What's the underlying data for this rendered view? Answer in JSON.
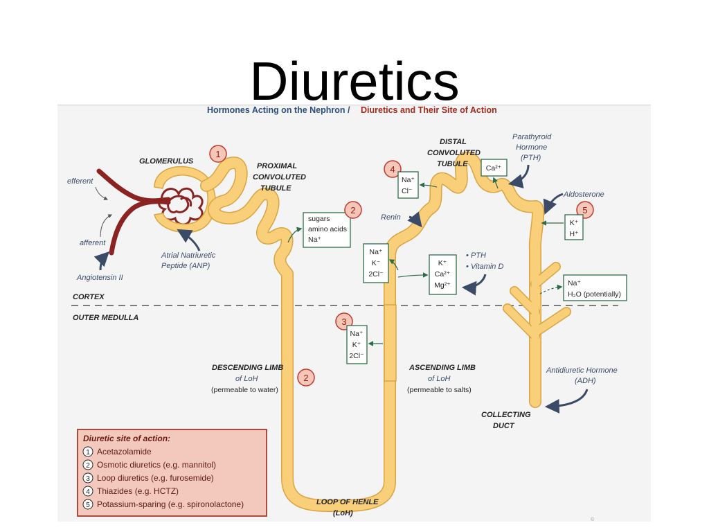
{
  "slide": {
    "title": "Diuretics"
  },
  "figure": {
    "header_part1": "Hormones Acting on the Nephron /",
    "header_part2": "Diuretics and Their Site of Action",
    "labels": {
      "glomerulus": "GLOMERULUS",
      "efferent": "efferent",
      "afferent": "afferent",
      "angiotensin": "Angiotensin II",
      "anp_line1": "Atrial Natriuretic",
      "anp_line2": "Peptide (ANP)",
      "pct_line1": "PROXIMAL",
      "pct_line2": "CONVOLUTED",
      "pct_line3": "TUBULE",
      "dct_line1": "DISTAL",
      "dct_line2": "CONVOLUTED",
      "dct_line3": "TUBULE",
      "pth_line1": "Parathyroid",
      "pth_line2": "Hormone",
      "pth_line3": "(PTH)",
      "aldosterone": "Aldosterone",
      "renin": "Renin",
      "pth_bullet1": "• PTH",
      "pth_bullet2": "• Vitamin D",
      "cortex": "CORTEX",
      "outer_medulla": "OUTER MEDULLA",
      "desc_line1": "DESCENDING LIMB",
      "desc_line2": "of LoH",
      "desc_line3": "(permeable to water)",
      "asc_line1": "ASCENDING LIMB",
      "asc_line2": "of LoH",
      "asc_line3": "(permeable to salts)",
      "adh_line1": "Antidiuretic Hormone",
      "adh_line2": "(ADH)",
      "cd_line1": "COLLECTING",
      "cd_line2": "DUCT",
      "loop_line1": "LOOP OF HENLE",
      "loop_line2": "(LoH)",
      "copyright": "©"
    },
    "boxes": {
      "pct": [
        "sugars",
        "amino acids",
        "Na⁺"
      ],
      "tal": [
        "Na⁺",
        "K⁻",
        "2Cl⁻"
      ],
      "dct_na": [
        "Na⁺",
        "Cl⁻"
      ],
      "dct_ca": [
        "K⁺",
        "Ca²⁺",
        "Mg²⁺"
      ],
      "pth_ca": [
        "Ca²⁺"
      ],
      "kh": [
        "K⁺",
        "H⁺"
      ],
      "cd_water": [
        "Na⁺",
        "H₂O (potentially)"
      ],
      "loop": [
        "Na⁺",
        "K⁺",
        "2Cl⁻"
      ]
    },
    "site_numbers": [
      "1",
      "2",
      "2",
      "3",
      "4",
      "5"
    ],
    "legend": {
      "title": "Diuretic site of action:",
      "items": [
        {
          "num": "1",
          "text": "Acetazolamide"
        },
        {
          "num": "2",
          "text": "Osmotic diuretics (e.g. mannitol)"
        },
        {
          "num": "3",
          "text": "Loop diuretics (e.g. furosemide)"
        },
        {
          "num": "4",
          "text": "Thiazides (e.g. HCTZ)"
        },
        {
          "num": "5",
          "text": "Potassium-sparing (e.g. spironolactone)"
        }
      ]
    },
    "colors": {
      "tubule_fill": "#f9cf7a",
      "tubule_stroke": "#d9a441",
      "vessel": "#8b2323",
      "box_border": "#2e6b4b",
      "circle_fill": "#f6c6b8",
      "circle_stroke": "#c0392b",
      "legend_fill": "#f3c9bd",
      "legend_border": "#a33a2a",
      "header_blue": "#2c4e7e",
      "header_red": "#a5281b",
      "hormone_arrow": "#3b4a66"
    }
  }
}
